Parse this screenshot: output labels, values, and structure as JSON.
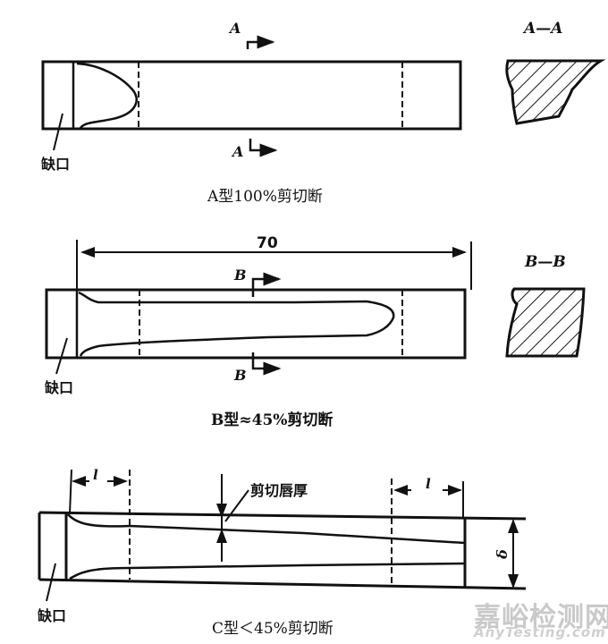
{
  "figure": {
    "panels": [
      {
        "id": "A",
        "caption": "A型100%剪切断",
        "notch_label": "缺口",
        "section_marker_top": "A",
        "section_marker_bottom": "A",
        "section_view_title": "A—A"
      },
      {
        "id": "B",
        "caption": "B型≈45%剪切断",
        "notch_label": "缺口",
        "dimension": "70",
        "section_marker_top": "B",
        "section_marker_bottom": "B",
        "section_view_title": "B—B"
      },
      {
        "id": "C",
        "caption": "C型＜45%剪切断",
        "notch_label": "缺口",
        "lip_label": "剪切唇厚",
        "dim_left": "l",
        "dim_right": "l",
        "thickness_symbol": "δ"
      }
    ],
    "line_color": "#111111",
    "background": "#ffffff"
  },
  "watermark": {
    "cn": "嘉峪检测网",
    "en": "AnyTesting.com",
    "color": "#c9c9c9"
  }
}
